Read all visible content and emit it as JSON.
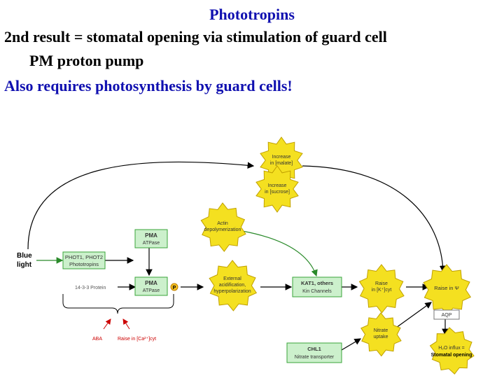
{
  "title": "Phototropins",
  "text_lines": [
    "2nd result = stomatal opening via stimulation of guard cell",
    "PM proton pump",
    "Also requires photosynthesis by guard cells!"
  ],
  "diagram": {
    "blue_light": [
      "Blue",
      "light"
    ],
    "phot": [
      "PHOT1, PHOT2",
      "Phototropins"
    ],
    "pma_top": [
      "PMA",
      "ATPase"
    ],
    "pma_bottom": [
      "PMA",
      "ATPase"
    ],
    "phospho": "P",
    "protein_1433": "14-3-3 Protein",
    "aba": "ABA",
    "raise_ca": "Raise in [Ca²⁺]cyt",
    "increase_malate": [
      "Increase",
      "in [malate]"
    ],
    "increase_sucrose": [
      "Increase",
      "in [sucrose]"
    ],
    "actin": [
      "Actin",
      "depolymerization"
    ],
    "external": [
      "External",
      "acidification,",
      "hyperpolarization"
    ],
    "kat1": [
      "KAT1, others",
      "Kin Channels"
    ],
    "raise_k": [
      "Raise",
      "in [K⁺]cyt"
    ],
    "raise_psi": "Raise in Ψ",
    "aqp": "AQP",
    "nitrate_uptake": [
      "Nitrate",
      "uptake"
    ],
    "chl1": [
      "CHL1",
      "Nitrate transporter"
    ],
    "h2o_influx": [
      "H₂O influx =",
      "Stomatal opening"
    ]
  }
}
